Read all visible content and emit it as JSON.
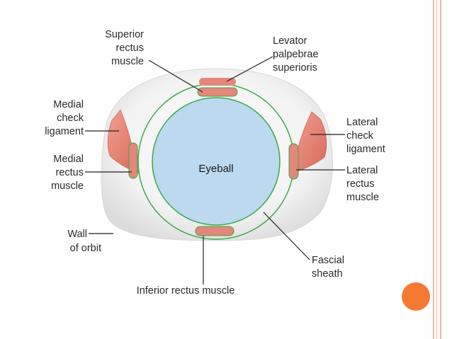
{
  "diagram": {
    "eyeball_label": "Eyeball",
    "labels": {
      "superior_rectus": [
        "Superior",
        "rectus",
        "muscle"
      ],
      "levator": [
        "Levator",
        "palpebrae",
        "superioris"
      ],
      "medial_check": [
        "Medial",
        "check",
        "ligament"
      ],
      "lateral_check": [
        "Lateral",
        "check",
        "ligament"
      ],
      "medial_rectus": [
        "Medial",
        "rectus",
        "muscle"
      ],
      "lateral_rectus": [
        "Lateral",
        "rectus",
        "muscle"
      ],
      "wall_orbit": [
        "Wall",
        "of orbit"
      ],
      "fascial_sheath": [
        "Fascial",
        "sheath"
      ],
      "inferior_rectus": [
        "Inferior rectus muscle"
      ]
    }
  },
  "colors": {
    "eyeball": "#bcd9ef",
    "sheath": "#3aaa4a",
    "muscle": "#e4877a",
    "orbit": "#efefef",
    "accent": "#f47a33"
  }
}
